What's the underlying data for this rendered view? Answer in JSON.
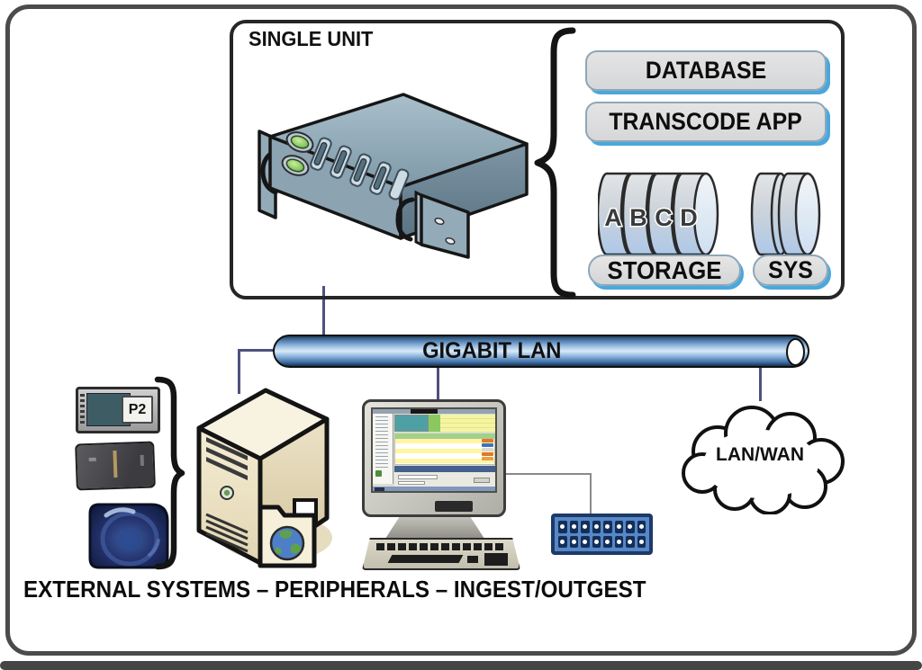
{
  "single_unit": {
    "title": "SINGLE UNIT",
    "database_label": "DATABASE",
    "transcode_label": "TRANSCODE APP",
    "storage": {
      "disks": [
        "A",
        "B",
        "C",
        "D"
      ],
      "label": "STORAGE"
    },
    "sys": {
      "label": "SYS"
    }
  },
  "network": {
    "lan_label": "GIGABIT LAN",
    "cloud_label": "LAN/WAN"
  },
  "peripherals": {
    "p2_card_label": "P2"
  },
  "caption": "EXTERNAL SYSTEMS – PERIPHERALS – INGEST/OUTGEST",
  "colors": {
    "frame_gray": "#4b4b4b",
    "accent_shadow_blue": "#49A8DC",
    "pipe_blue": "#8ab2da",
    "switch_blue": "#5688c8",
    "disk_blue": "#b6cde8",
    "button_gray": "#DCDCDC",
    "connector_purple": "#50507e",
    "led_green": "#86c860"
  }
}
